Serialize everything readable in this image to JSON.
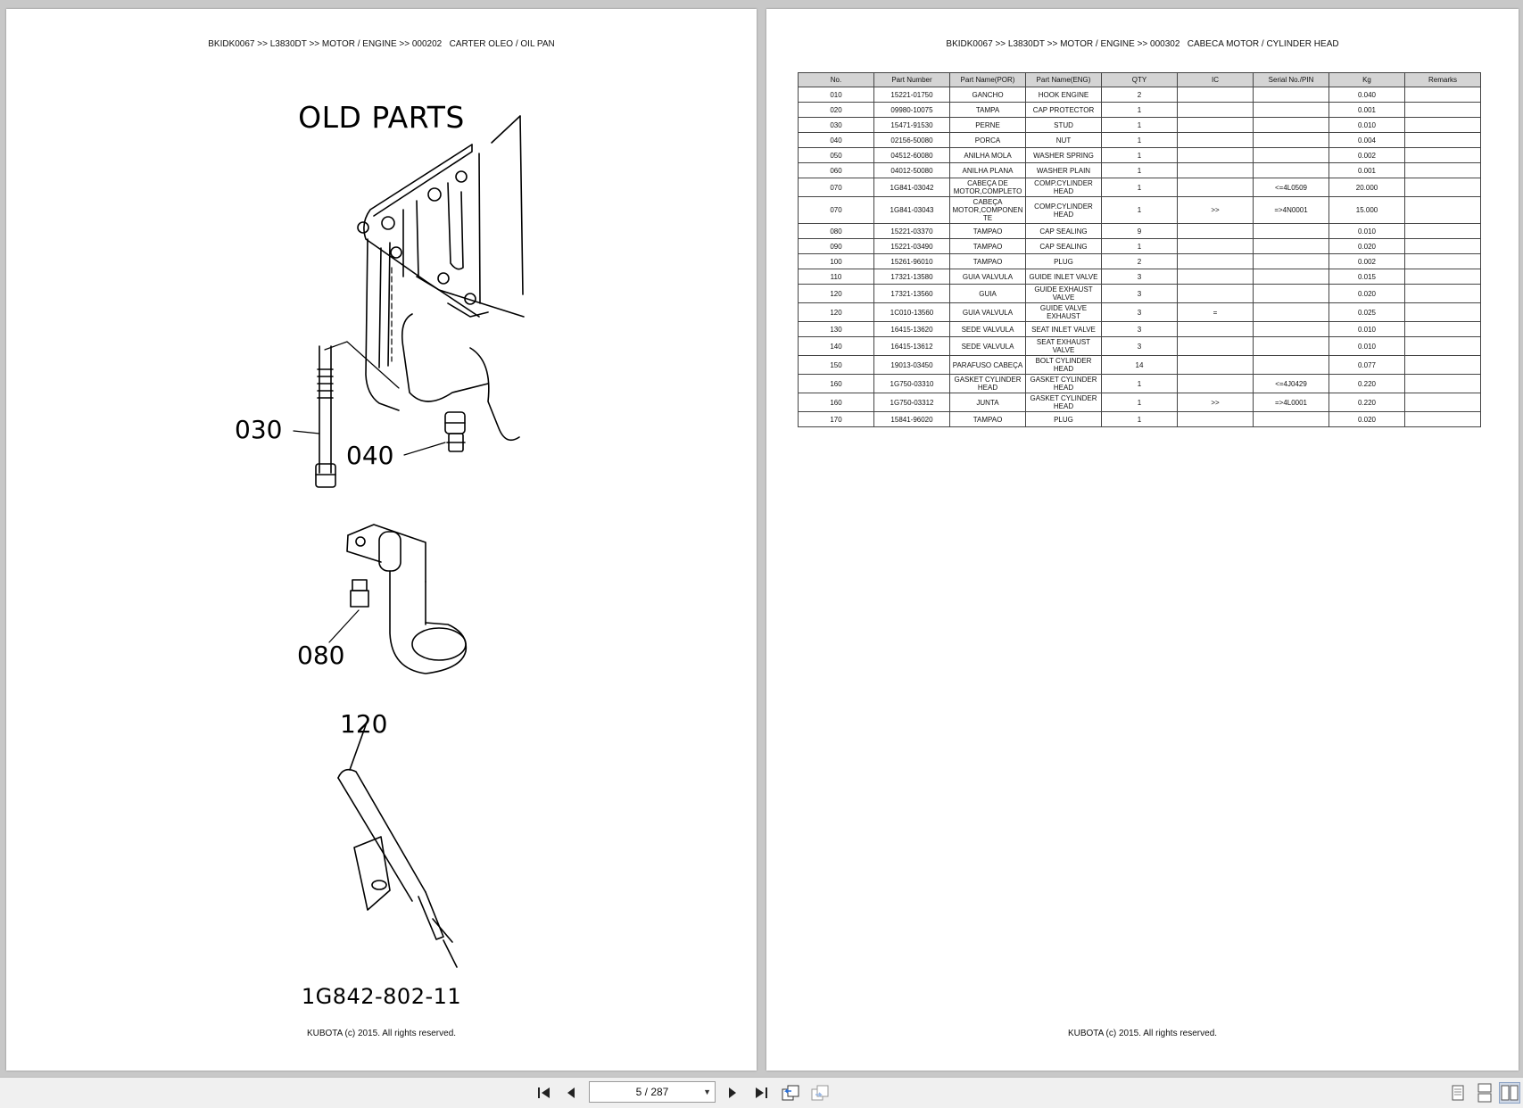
{
  "left_page": {
    "header": "BKIDK0067 >> L3830DT >> MOTOR / ENGINE >> 000202   CARTER OLEO / OIL PAN",
    "diagram_title": "OLD PARTS",
    "callouts": {
      "c030": "030",
      "c040": "040",
      "c080": "080",
      "c120": "120"
    },
    "figure_number": "1G842-802-11",
    "footer": "KUBOTA (c) 2015. All rights reserved."
  },
  "right_page": {
    "header": "BKIDK0067 >> L3830DT >> MOTOR / ENGINE >> 000302   CABECA MOTOR / CYLINDER HEAD",
    "columns": [
      "No.",
      "Part Number",
      "Part Name(POR)",
      "Part Name(ENG)",
      "QTY",
      "IC",
      "Serial No./PIN",
      "Kg",
      "Remarks"
    ],
    "rows": [
      [
        "010",
        "15221-01750",
        "GANCHO",
        "HOOK ENGINE",
        "2",
        "",
        "",
        "0.040",
        ""
      ],
      [
        "020",
        "09980-10075",
        "TAMPA",
        "CAP PROTECTOR",
        "1",
        "",
        "",
        "0.001",
        ""
      ],
      [
        "030",
        "15471-91530",
        "PERNE",
        "STUD",
        "1",
        "",
        "",
        "0.010",
        ""
      ],
      [
        "040",
        "02156-50080",
        "PORCA",
        "NUT",
        "1",
        "",
        "",
        "0.004",
        ""
      ],
      [
        "050",
        "04512-60080",
        "ANILHA MOLA",
        "WASHER SPRING",
        "1",
        "",
        "",
        "0.002",
        ""
      ],
      [
        "060",
        "04012-50080",
        "ANILHA PLANA",
        "WASHER PLAIN",
        "1",
        "",
        "",
        "0.001",
        ""
      ],
      [
        "070",
        "1G841-03042",
        "CABEÇA DE MOTOR,COMPLETO",
        "COMP.CYLINDER HEAD",
        "1",
        "",
        "<=4L0509",
        "20.000",
        ""
      ],
      [
        "070",
        "1G841-03043",
        "CABEÇA MOTOR,COMPONENTE",
        "COMP.CYLINDER HEAD",
        "1",
        ">>",
        "=>4N0001",
        "15.000",
        ""
      ],
      [
        "080",
        "15221-03370",
        "TAMPAO",
        "CAP SEALING",
        "9",
        "",
        "",
        "0.010",
        ""
      ],
      [
        "090",
        "15221-03490",
        "TAMPAO",
        "CAP SEALING",
        "1",
        "",
        "",
        "0.020",
        ""
      ],
      [
        "100",
        "15261-96010",
        "TAMPAO",
        "PLUG",
        "2",
        "",
        "",
        "0.002",
        ""
      ],
      [
        "110",
        "17321-13580",
        "GUIA VALVULA",
        "GUIDE INLET VALVE",
        "3",
        "",
        "",
        "0.015",
        ""
      ],
      [
        "120",
        "17321-13560",
        "GUIA",
        "GUIDE EXHAUST VALVE",
        "3",
        "",
        "",
        "0.020",
        ""
      ],
      [
        "120",
        "1C010-13560",
        "GUIA VALVULA",
        "GUIDE VALVE EXHAUST",
        "3",
        "=",
        "",
        "0.025",
        ""
      ],
      [
        "130",
        "16415-13620",
        "SEDE VALVULA",
        "SEAT INLET VALVE",
        "3",
        "",
        "",
        "0.010",
        ""
      ],
      [
        "140",
        "16415-13612",
        "SEDE VALVULA",
        "SEAT EXHAUST VALVE",
        "3",
        "",
        "",
        "0.010",
        ""
      ],
      [
        "150",
        "19013-03450",
        "PARAFUSO CABEÇA",
        "BOLT CYLINDER HEAD",
        "14",
        "",
        "",
        "0.077",
        ""
      ],
      [
        "160",
        "1G750-03310",
        "GASKET CYLINDER HEAD",
        "GASKET CYLINDER HEAD",
        "1",
        "",
        "<=4J0429",
        "0.220",
        ""
      ],
      [
        "160",
        "1G750-03312",
        "JUNTA",
        "GASKET CYLINDER HEAD",
        "1",
        ">>",
        "=>4L0001",
        "0.220",
        ""
      ],
      [
        "170",
        "15841-96020",
        "TAMPAO",
        "PLUG",
        "1",
        "",
        "",
        "0.020",
        ""
      ]
    ],
    "footer": "KUBOTA (c) 2015. All rights reserved."
  },
  "toolbar": {
    "page_indicator": "5 / 287"
  }
}
